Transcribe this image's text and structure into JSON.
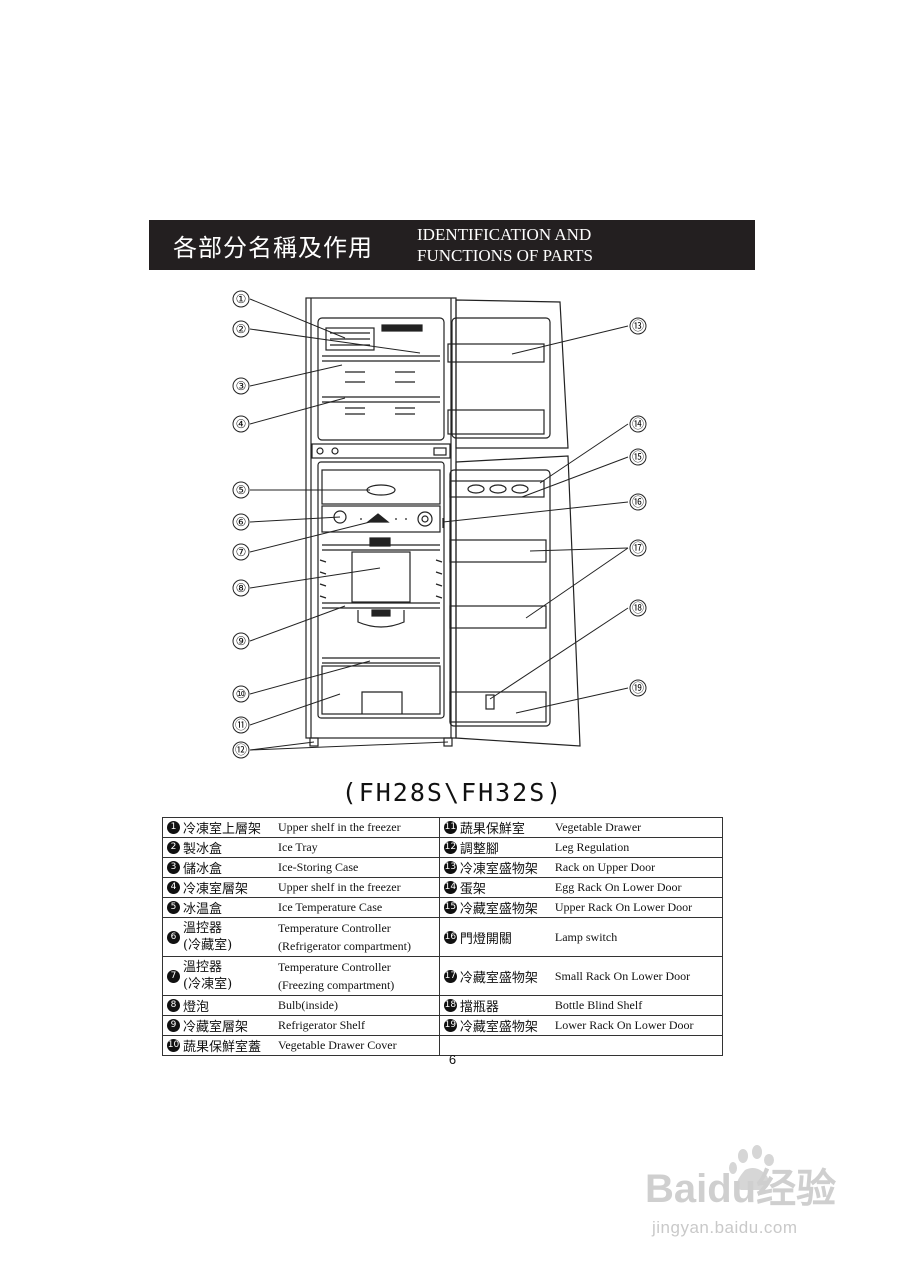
{
  "header": {
    "title_cn": "各部分名稱及作用",
    "title_en_line1": "IDENTIFICATION AND",
    "title_en_line2": "FUNCTIONS OF PARTS"
  },
  "callouts": [
    "①",
    "②",
    "③",
    "④",
    "⑤",
    "⑥",
    "⑦",
    "⑧",
    "⑨",
    "⑩",
    "⑪",
    "⑫",
    "⑬",
    "⑭",
    "⑮",
    "⑯",
    "⑰",
    "⑱",
    "⑲"
  ],
  "model": "(FH28S\\FH32S)",
  "parts_left": [
    {
      "num": "1",
      "cn": "冷凍室上層架",
      "en": "Upper shelf in the freezer"
    },
    {
      "num": "2",
      "cn": "製冰盒",
      "en": "Ice Tray"
    },
    {
      "num": "3",
      "cn": "儲冰盒",
      "en": "Ice-Storing Case"
    },
    {
      "num": "4",
      "cn": "冷凍室層架",
      "en": "Upper shelf in the freezer"
    },
    {
      "num": "5",
      "cn": "冰温盒",
      "en": "Ice Temperature Case"
    },
    {
      "num": "6",
      "cn": "溫控器",
      "cn2": "(冷藏室)",
      "en": "Temperature Controller",
      "en2": "(Refrigerator  compartment)"
    },
    {
      "num": "7",
      "cn": "溫控器",
      "cn2": "(冷凍室)",
      "en": "Temperature Controller",
      "en2": "(Freezing compartment)"
    },
    {
      "num": "8",
      "cn": "燈泡",
      "en": "Bulb(inside)"
    },
    {
      "num": "9",
      "cn": "冷藏室層架",
      "en": "Refrigerator  Shelf"
    },
    {
      "num": "10",
      "cn": "蔬果保鮮室蓋",
      "en": "Vegetable Drawer Cover"
    }
  ],
  "parts_right": [
    {
      "num": "11",
      "cn": "蔬果保鮮室",
      "en": "Vegetable Drawer"
    },
    {
      "num": "12",
      "cn": "調整腳",
      "en": "Leg Regulation"
    },
    {
      "num": "13",
      "cn": "冷凍室盛物架",
      "en": "Rack on Upper Door"
    },
    {
      "num": "14",
      "cn": "蛋架",
      "en": "Egg Rack On Lower Door"
    },
    {
      "num": "15",
      "cn": "冷藏室盛物架",
      "en": "Upper Rack On Lower Door"
    },
    {
      "num": "16",
      "cn": "門燈開關",
      "en": "Lamp switch"
    },
    {
      "num": "17",
      "cn": "冷藏室盛物架",
      "en": "Small Rack On Lower Door"
    },
    {
      "num": "18",
      "cn": "擋瓶器",
      "en": "Bottle Blind Shelf"
    },
    {
      "num": "19",
      "cn": "冷藏室盛物架",
      "en": "Lower Rack On Lower Door"
    }
  ],
  "page_number": "6",
  "watermark": {
    "brand": "Baidu经验",
    "url": "jingyan.baidu.com"
  }
}
